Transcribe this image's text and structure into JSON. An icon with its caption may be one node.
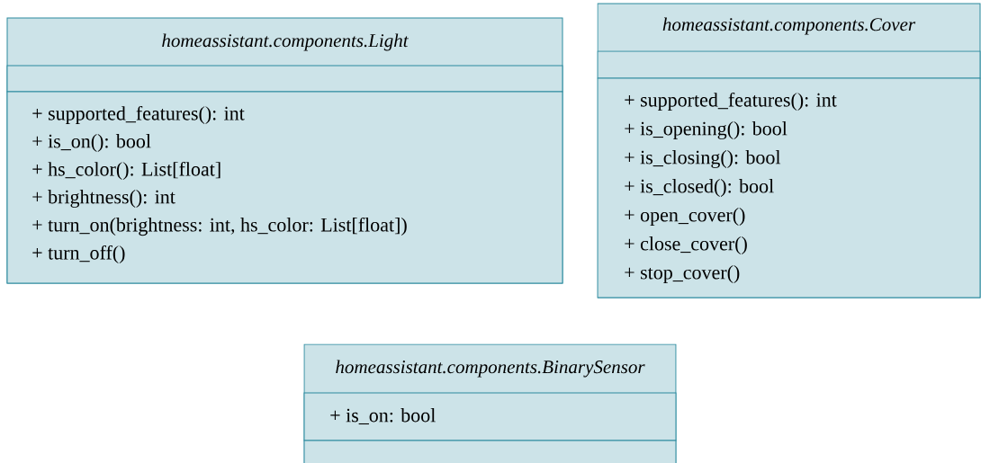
{
  "diagram": {
    "nodes": [
      {
        "text": [
          "homeassistant.components.Light"
        ]
      },
      {
        "text": [],
        "shape": "box",
        "in": 0
      },
      {
        "text": [
          "+ supported_features(): int",
          "+ is_on(): bool",
          "+ hs_color(): List[float]",
          "+ brightness(): int",
          "+ turn_on(brightness: int, hs_color: List[float])",
          "+ turn_off()"
        ],
        "in": 0
      },
      {
        "text": [
          "homeassistant.components.Cover"
        ]
      },
      {
        "text": [],
        "shape": "box",
        "in": 3
      },
      {
        "text": [
          "+ supported_features(): int",
          "+ is_opening(): bool",
          "+ is_closing(): bool",
          "+ is_closed(): bool",
          "+ open_cover()",
          "+ close_cover()",
          "+ stop_cover()"
        ],
        "in": 3
      },
      {
        "text": [
          "homeassistant.components.BinarySensor"
        ]
      },
      {
        "text": [
          "+ is_on: bool"
        ],
        "in": 6
      },
      {
        "text": [],
        "shape": "box",
        "in": 6
      }
    ],
    "edges": []
  }
}
